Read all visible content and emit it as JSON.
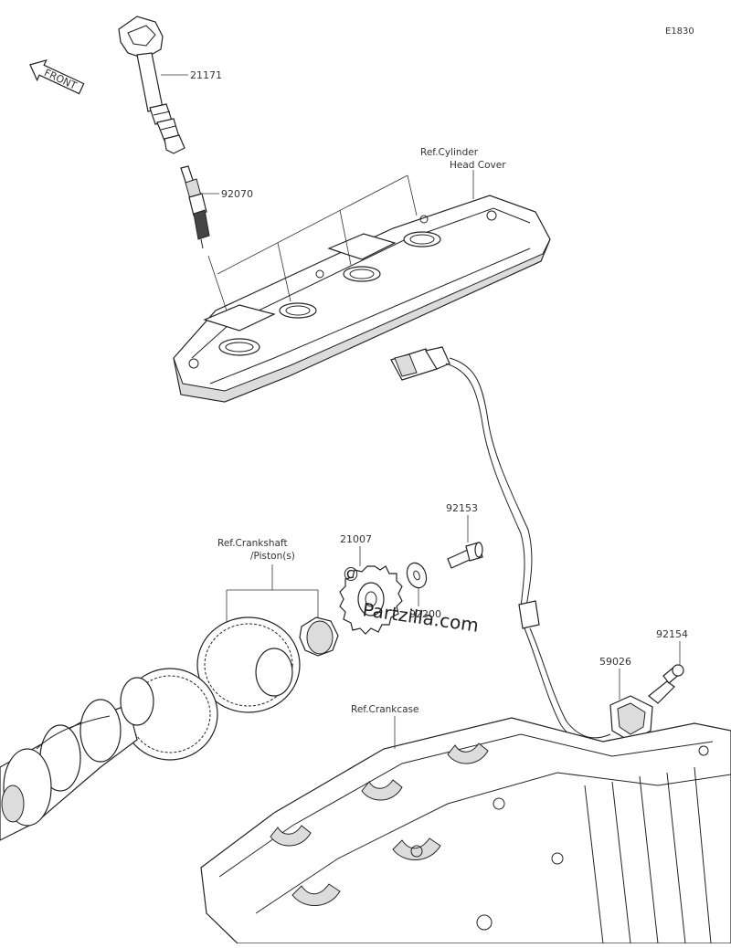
{
  "diagram_code": "E1830",
  "front_arrow": {
    "text": "FRONT"
  },
  "parts": {
    "ignition_coil": "21171",
    "spark_plug": "92070",
    "pickup_coil": "21007",
    "bolt_upper": "92153",
    "washer": "92200",
    "bolt_right": "92154",
    "clamp": "59026"
  },
  "refs": {
    "cylinder_head_cover_line1": "Ref.Cylinder",
    "cylinder_head_cover_line2": "Head Cover",
    "crankshaft_line1": "Ref.Crankshaft",
    "crankshaft_line2": "/Piston(s)",
    "crankcase": "Ref.Crankcase"
  },
  "watermark": {
    "symbol": "©",
    "text": "Partzilla.com"
  }
}
